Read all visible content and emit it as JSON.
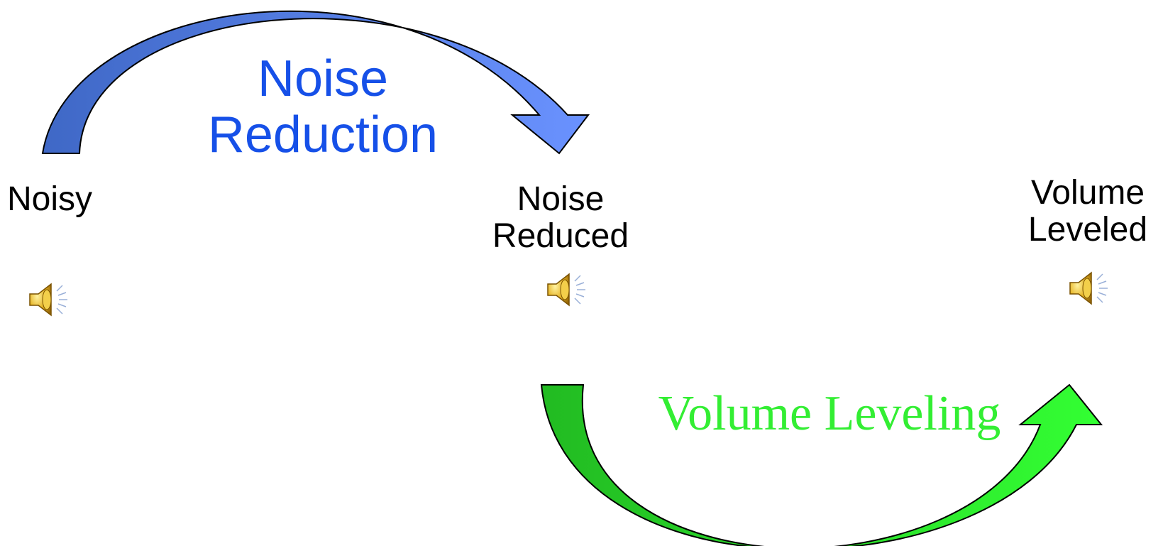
{
  "stages": [
    {
      "name": "noisy",
      "lines": [
        "Noisy"
      ],
      "speaker": "speaker-icon"
    },
    {
      "name": "noise-reduced",
      "lines": [
        "Noise",
        "Reduced"
      ],
      "speaker": "speaker-icon"
    },
    {
      "name": "volume-leveled",
      "lines": [
        "Volume",
        "Leveled"
      ],
      "speaker": "speaker-icon"
    }
  ],
  "processes": [
    {
      "name": "noise-reduction",
      "lines": [
        "Noise",
        "Reduction"
      ],
      "color": "#1650e8",
      "arrow_color_start": "#3f68c6",
      "arrow_color_end": "#6a92ff"
    },
    {
      "name": "volume-leveling",
      "label": "Volume Leveling",
      "color": "#33ee33",
      "arrow_color_start": "#22bb22",
      "arrow_color_end": "#33ff33"
    }
  ],
  "colors": {
    "stage_text": "#000000",
    "arrow_outline": "#000000",
    "speaker_body": "#e0b020"
  }
}
